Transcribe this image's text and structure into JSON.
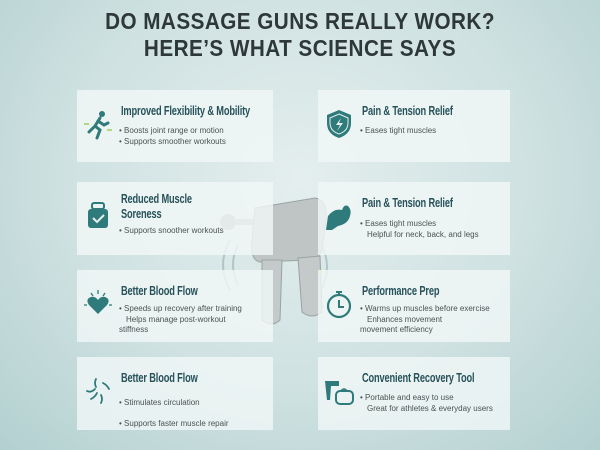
{
  "title": {
    "line1": "DO MASSAGE GUNS REALLY WORK?",
    "line2": "HERE’S WHAT SCIENCE SAYS"
  },
  "cards": [
    {
      "heading": "Improved Flexibility & Mobility",
      "icon": "runner-icon",
      "bullets": [
        "Boosts joint range or motion",
        "Supports smoother workouts"
      ]
    },
    {
      "heading": "Pain & Tension Relief",
      "icon": "shield-icon",
      "bullets": [
        "Eases tight muscles"
      ]
    },
    {
      "heading": "Reduced Muscle Soreness",
      "icon": "kettlebell-check-icon",
      "bullets": [
        "Supports snoother workouts"
      ]
    },
    {
      "heading": "Pain & Tension Relief",
      "icon": "flexed-arm-icon",
      "bullets": [
        "Eases tight muscles",
        "Helpful for neck, back, and legs"
      ]
    },
    {
      "heading": "Better Blood Flow",
      "icon": "heart-icon",
      "bullets": [
        "Speeds up recovery after training",
        "Helps manage post-workout stiffness"
      ]
    },
    {
      "heading": "Performance Prep",
      "icon": "stopwatch-icon",
      "bullets": [
        "Warms up muscles before exercise",
        "Enhances movement movement efficiency"
      ]
    },
    {
      "heading": "Better Blood Flow",
      "icon": "circulation-icon",
      "bullets": [
        "Stimulates circulation",
        "Supports faster muscle repair"
      ]
    },
    {
      "heading": "Convenient Recovery Tool",
      "icon": "gun-bag-icon",
      "bullets": [
        "Portable and easy to use",
        "Great for athletes & everyday users"
      ]
    }
  ],
  "colors": {
    "accent": "#2f7a7a",
    "heading": "#27525a"
  }
}
